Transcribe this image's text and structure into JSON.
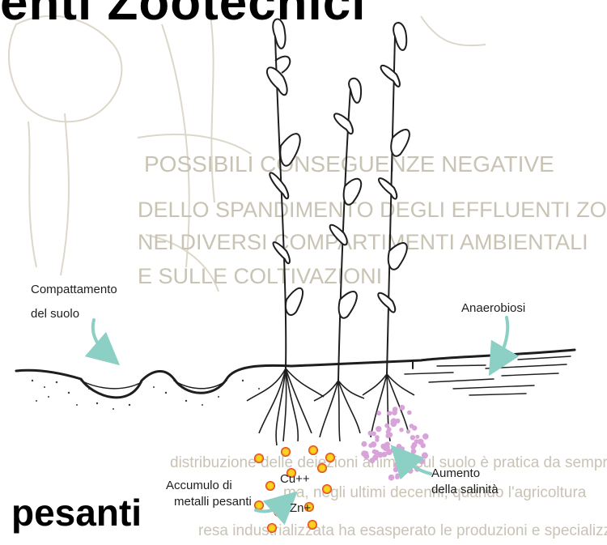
{
  "headline_top": "enti Zootecnici",
  "headline_bottom": "pesanti",
  "background_text": {
    "heading_1": "POSSIBILI CONSEGUENZE NEGATIVE",
    "heading_2": "DELLO SPANDIMENTO DEGLI EFFLUENTI ZOOTECNICI",
    "heading_3": "NEI DIVERSI COMPARTIMENTI AMBIENTALI",
    "heading_4": "E SULLE COLTIVAZIONI",
    "para_line_1": "distribuzione delle deiezioni animali sul suolo è pratica da sempre nella",
    "para_line_2": "ma, negli ultimi decenni, quando l'agricoltura",
    "para_line_3": "resa industrializzata ha esasperato le produzioni e specializzato gli allevamenti"
  },
  "labels": {
    "compaction_1": "Compattamento",
    "compaction_2": "del suolo",
    "anaerobiosis": "Anaerobiosi",
    "metals_1": "Accumulo di",
    "metals_2": "metalli pesanti",
    "copper": "Cu++",
    "zinc": "Zn+",
    "salinity_1": "Aumento",
    "salinity_2": "della salinità"
  },
  "colors": {
    "ink": "#1e1e1e",
    "arrow": "#8ccfc4",
    "metal_dot": "#e0241f",
    "metal_dot_center": "#f7d51d",
    "salt_dot": "#d8a3d8",
    "ghost": "#c9c3b4"
  }
}
